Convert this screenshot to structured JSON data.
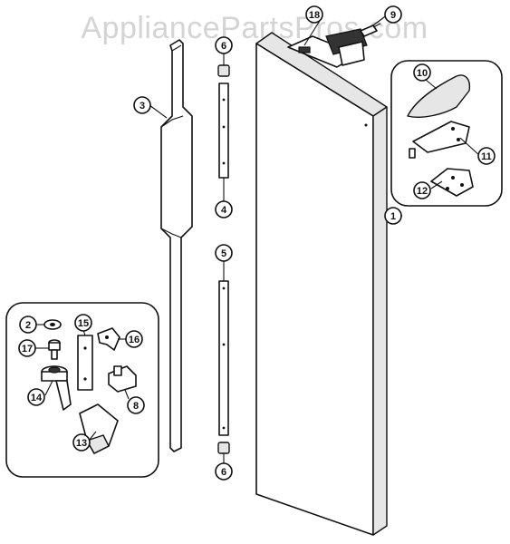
{
  "watermark": "AppliancePartsPros.com",
  "callouts": {
    "c1": "1",
    "c2": "2",
    "c3": "3",
    "c4": "4",
    "c5": "5",
    "c6_top": "6",
    "c6_bottom": "6",
    "c8": "8",
    "c9": "9",
    "c10": "10",
    "c11": "11",
    "c12": "12",
    "c13": "13",
    "c14": "14",
    "c15": "15",
    "c16": "16",
    "c17": "17",
    "c18": "18"
  }
}
